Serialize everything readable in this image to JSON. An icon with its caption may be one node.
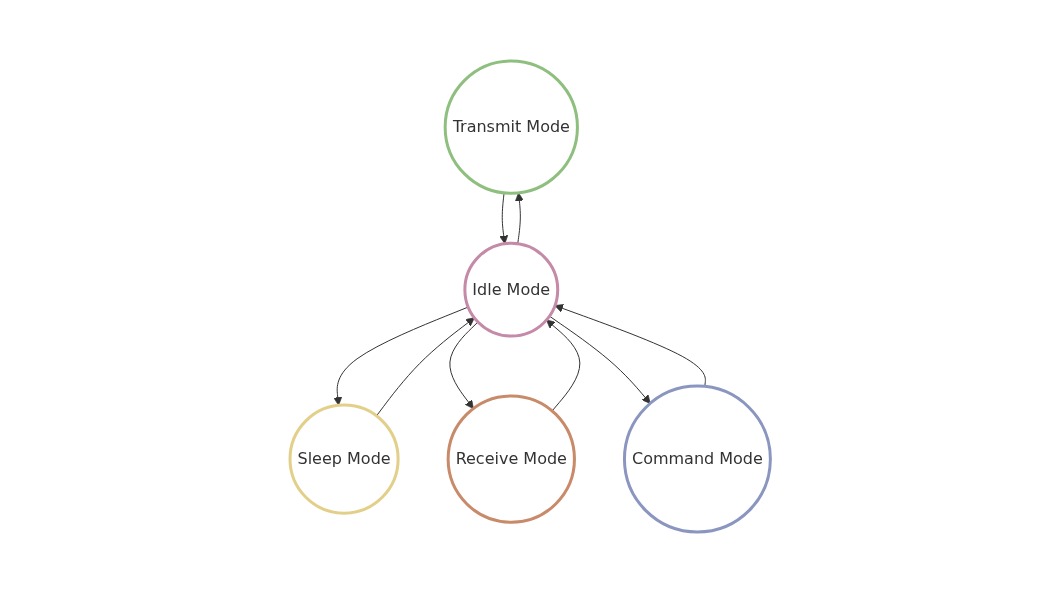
{
  "diagram": {
    "nodes": [
      {
        "text": [
          "Transmit Mode"
        ]
      },
      {
        "text": [
          "Sleep Mode"
        ]
      },
      {
        "text": [
          "Idle Mode"
        ]
      },
      {
        "text": [
          "Receive Mode"
        ]
      },
      {
        "text": [
          "Command Mode"
        ]
      }
    ],
    "edges": [
      {
        "from": 0,
        "to": 2,
        "arrow": "to"
      },
      {
        "from": 2,
        "to": 0,
        "arrow": "to"
      },
      {
        "from": 2,
        "to": 1,
        "arrow": "to"
      },
      {
        "from": 1,
        "to": 2,
        "arrow": "to"
      },
      {
        "from": 3,
        "to": 2,
        "arrow": "to"
      },
      {
        "from": 2,
        "to": 3,
        "arrow": "to"
      },
      {
        "from": 2,
        "to": 4,
        "arrow": "to"
      },
      {
        "from": 4,
        "to": 2,
        "arrow": "to"
      }
    ]
  }
}
